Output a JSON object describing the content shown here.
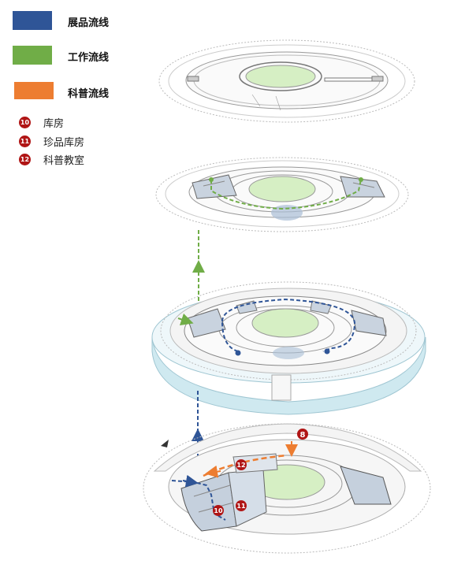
{
  "legend": [
    {
      "label": "展品流线",
      "color": "#2f5597"
    },
    {
      "label": "工作流线",
      "color": "#70ad47"
    },
    {
      "label": "科普流线",
      "color": "#ed7d31"
    }
  ],
  "rooms": [
    {
      "num": "10",
      "label": "库房"
    },
    {
      "num": "11",
      "label": "珍品库房"
    },
    {
      "num": "12",
      "label": "科普教室"
    }
  ],
  "markers": [
    "8",
    "12",
    "11",
    "10"
  ],
  "colors": {
    "badge": "#b01515",
    "lawn": "#d6efc4",
    "glass": "#cfe9f0"
  }
}
